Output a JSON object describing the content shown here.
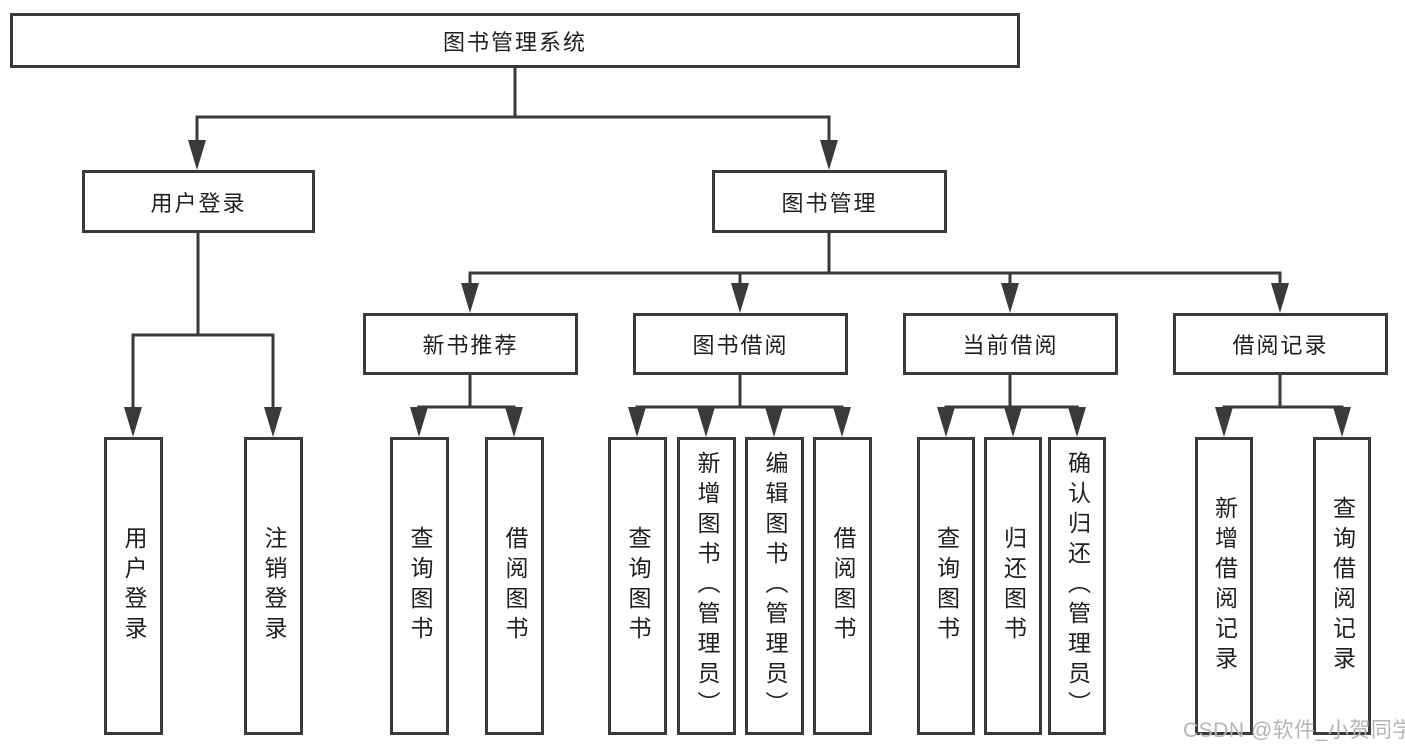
{
  "tree": {
    "root": {
      "label": "图书管理系统"
    },
    "login_branch": {
      "label": "用户登录",
      "children": [
        {
          "label": "用户登录"
        },
        {
          "label": "注销登录"
        }
      ]
    },
    "mgmt_branch": {
      "label": "图书管理",
      "sections": [
        {
          "label": "新书推荐",
          "children": [
            {
              "label": "查询图书"
            },
            {
              "label": "借阅图书"
            }
          ]
        },
        {
          "label": "图书借阅",
          "children": [
            {
              "label": "查询图书"
            },
            {
              "label": "新增图书（管理员）"
            },
            {
              "label": "编辑图书（管理员）"
            },
            {
              "label": "借阅图书"
            }
          ]
        },
        {
          "label": "当前借阅",
          "children": [
            {
              "label": "查询图书"
            },
            {
              "label": "归还图书"
            },
            {
              "label": "确认归还（管理员）"
            }
          ]
        },
        {
          "label": "借阅记录",
          "children": [
            {
              "label": "新增借阅记录"
            },
            {
              "label": "查询借阅记录"
            }
          ]
        }
      ]
    }
  },
  "watermark": {
    "text": "CSDN @软件_小贺同学"
  },
  "colors": {
    "line": "#3a3a3a",
    "text": "#1f1f1f",
    "watermark": "#b5b5b5",
    "background": "#ffffff"
  }
}
